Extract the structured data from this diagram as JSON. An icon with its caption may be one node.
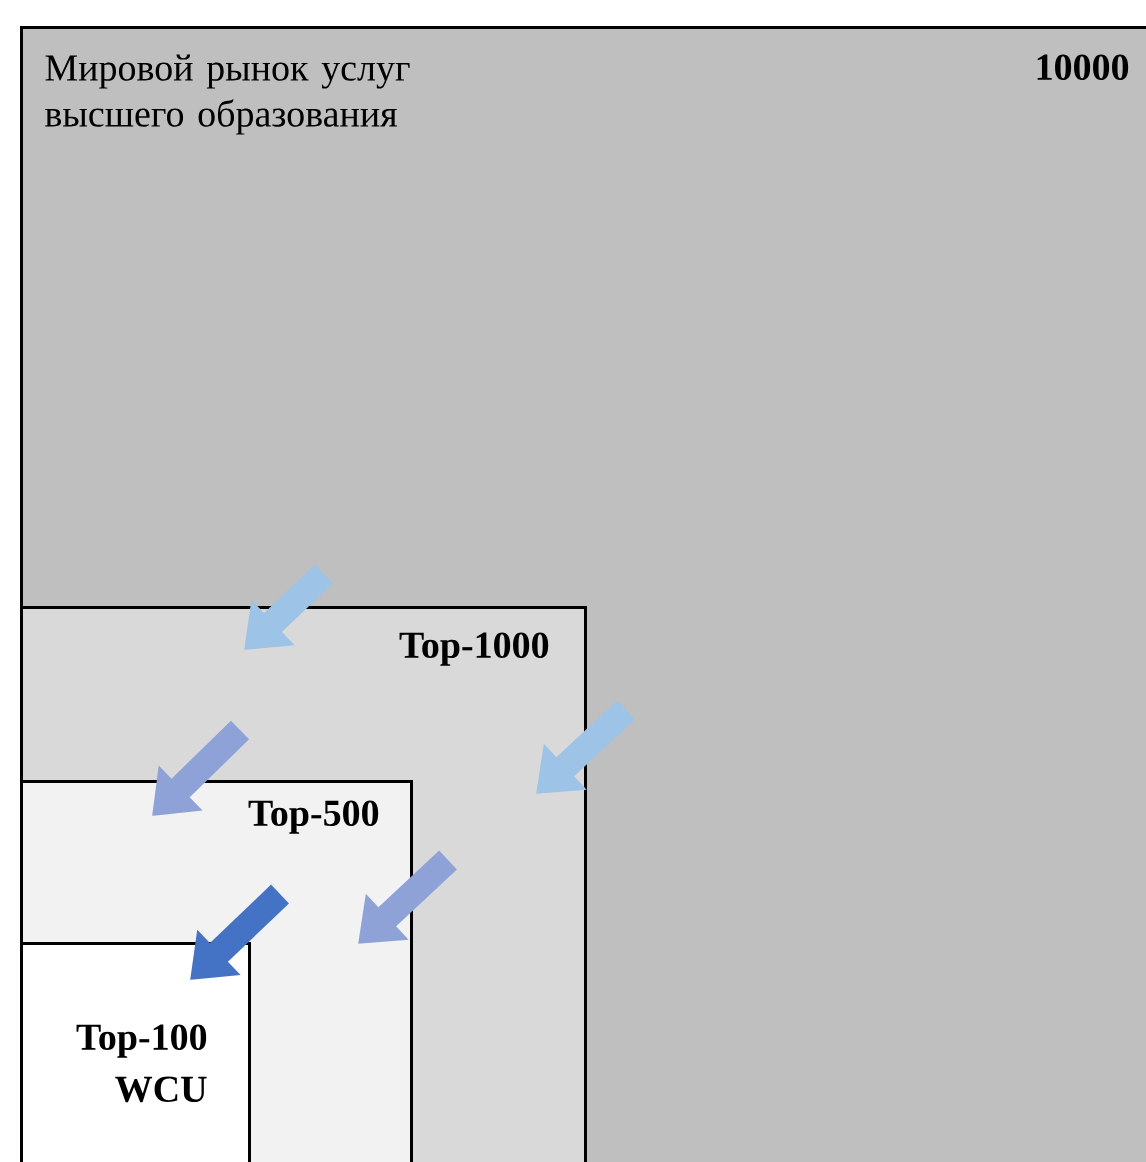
{
  "diagram": {
    "nodes": [
      {
        "text": [
          "Мировой рынок услуг высшего образования",
          "10000"
        ]
      },
      {
        "text": [
          "Top-1000"
        ],
        "in": 0
      },
      {
        "text": [
          "Top-500"
        ],
        "in": 1
      },
      {
        "text": [
          "Top-100 WCU"
        ],
        "in": 2
      }
    ]
  }
}
